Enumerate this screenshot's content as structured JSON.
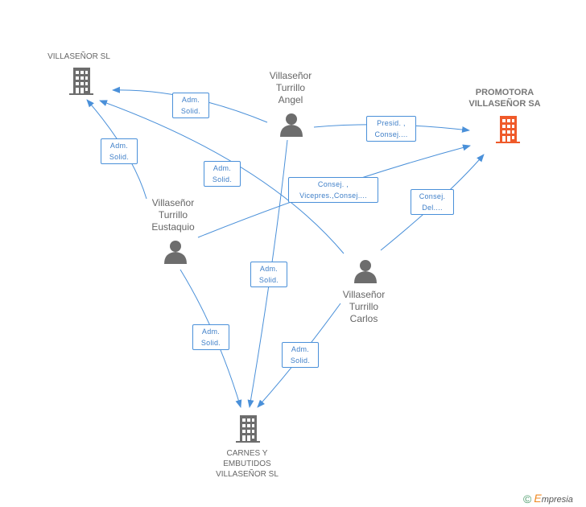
{
  "nodes": {
    "villasenor_sl": {
      "label": "VILLASEÑOR SL",
      "icon": "building-icon",
      "color": "#6d6d6d"
    },
    "promotora": {
      "label": "PROMOTORA\nVILLASEÑOR SA",
      "icon": "building-icon",
      "color": "#ef5a2a"
    },
    "carnes": {
      "label": "CARNES Y\nEMBUTIDOS\nVILLASEÑOR SL",
      "icon": "building-icon",
      "color": "#6d6d6d"
    },
    "angel": {
      "label": "Villaseñor\nTurrillo\nAngel",
      "icon": "person-icon",
      "color": "#6d6d6d"
    },
    "eustaquio": {
      "label": "Villaseñor\nTurrillo\nEustaquio",
      "icon": "person-icon",
      "color": "#6d6d6d"
    },
    "carlos": {
      "label": "Villaseñor\nTurrillo\nCarlos",
      "icon": "person-icon",
      "color": "#6d6d6d"
    }
  },
  "edges": [
    {
      "id": "angel-villasenor",
      "label": "Adm.\nSolid."
    },
    {
      "id": "eustaquio-villasenor",
      "label": "Adm.\nSolid."
    },
    {
      "id": "carlos-villasenor",
      "label": "Adm.\nSolid."
    },
    {
      "id": "angel-promotora",
      "label": "Presid. ,\nConsej...."
    },
    {
      "id": "eustaquio-promotora",
      "label": "Consej. ,\nVicepres.,Consej...."
    },
    {
      "id": "carlos-promotora",
      "label": "Consej.\nDel...."
    },
    {
      "id": "angel-carnes",
      "label": "Adm.\nSolid."
    },
    {
      "id": "eustaquio-carnes",
      "label": "Adm.\nSolid."
    },
    {
      "id": "carlos-carnes",
      "label": "Adm.\nSolid."
    }
  ],
  "colors": {
    "edge": "#4a90d9",
    "edge_text": "#3f7fc8",
    "label": "#666666"
  },
  "footer": {
    "copyright": "©",
    "brand_initial": "E",
    "brand_rest": "mpresia"
  }
}
